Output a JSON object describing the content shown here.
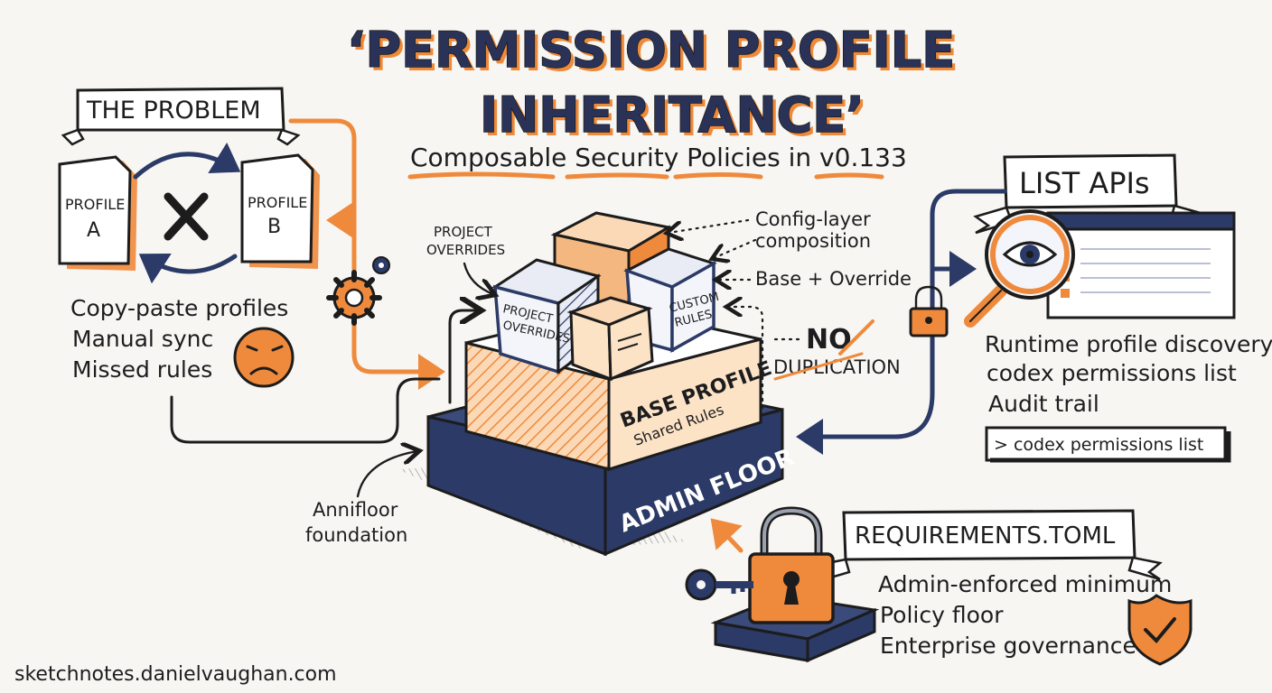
{
  "title": {
    "line1": "‘PERMISSION PROFILE",
    "line2": "INHERITANCE’",
    "subtitle": "Composable Security Policies in v0.133"
  },
  "problem": {
    "banner": "THE PROBLEM",
    "doc_a_line1": "PROFILE",
    "doc_a_line2": "A",
    "doc_b_line1": "PROFILE",
    "doc_b_line2": "B",
    "items": [
      "Copy-paste profiles",
      "Manual sync",
      "Missed rules"
    ]
  },
  "stack": {
    "project_overrides_callout_line1": "PROJECT",
    "project_overrides_callout_line2": "OVERRIDES",
    "cube_project_line1": "PROJECT",
    "cube_project_line2": "OVERRIDES",
    "cube_custom_line1": "CUSTOM",
    "cube_custom_line2": "RULES",
    "base_profile": "BASE PROFILE",
    "shared_rules": "Shared Rules",
    "admin_floor": "ADMIN FLOOR",
    "config_layer_line1": "Config-layer",
    "config_layer_line2": "composition",
    "base_override": "Base + Override",
    "no": "NO",
    "duplication": "DUPLICATION",
    "foundation_line1": "Annifloor",
    "foundation_line2": "foundation"
  },
  "list_apis": {
    "banner": "LIST APIs",
    "items": [
      "Runtime profile discovery",
      "codex permissions list",
      "Audit trail"
    ],
    "command": "> codex permissions list"
  },
  "requirements": {
    "banner": "REQUIREMENTS.TOML",
    "items": [
      "Admin-enforced minimum",
      "Policy floor",
      "Enterprise governance"
    ]
  },
  "footer": {
    "credit": "sketchnotes.danielvaughan.com"
  },
  "colors": {
    "navy": "#2b3a66",
    "orange": "#ef8a3c",
    "ink": "#1c1c1c",
    "paper": "#f7f6f3"
  },
  "icons": [
    "x-icon",
    "gear-icon",
    "sad-face-icon",
    "padlock-icon",
    "magnifier-eye-icon",
    "key-icon",
    "shield-check-icon"
  ]
}
